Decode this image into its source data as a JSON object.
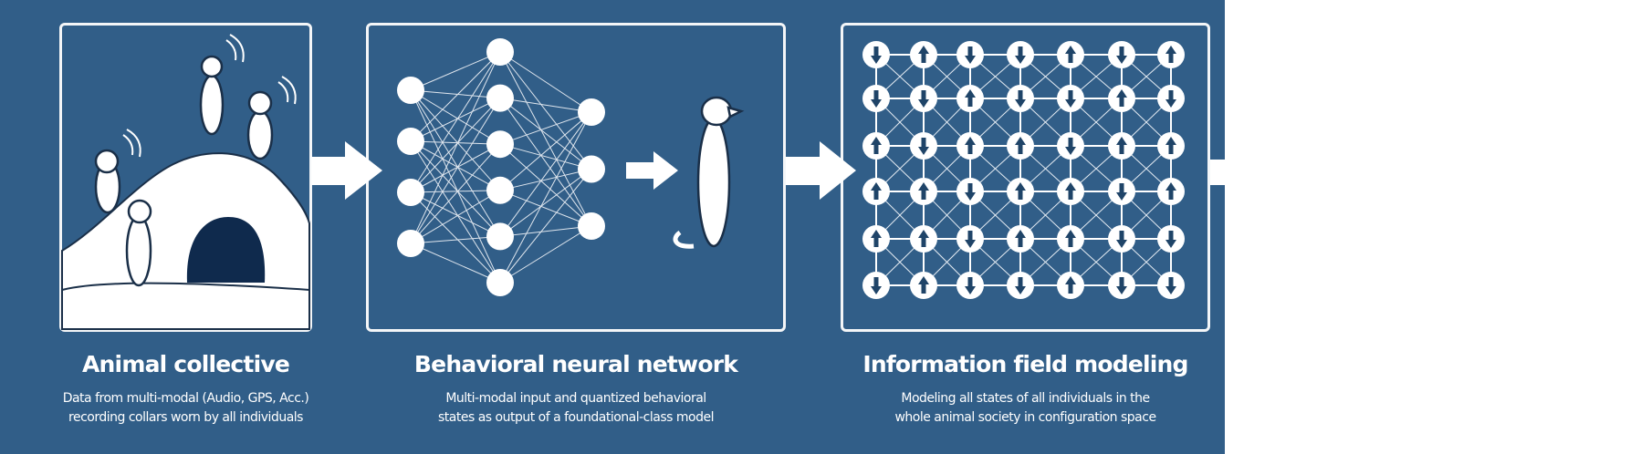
{
  "colors": {
    "panel": "#315e88",
    "foreground": "#ffffff",
    "cave": "#0f2a4d"
  },
  "stages": [
    {
      "title": "Animal collective",
      "subtitle_lines": [
        "Data from multi-modal (Audio, GPS, Acc.)",
        "recording collars worn by all individuals"
      ],
      "icon": "meerkat-colony-illustration"
    },
    {
      "title": "Behavioral neural network",
      "subtitle_lines": [
        "Multi-modal input and quantized behavioral",
        "states as output of a foundational-class model"
      ],
      "icon": "neural-network-icon"
    },
    {
      "title": "Information field modeling",
      "subtitle_lines": [
        "Modeling all states of all individuals in the",
        "whole animal society in configuration space"
      ],
      "icon": "spin-lattice-icon"
    }
  ],
  "network": {
    "layers": [
      4,
      6,
      3
    ]
  },
  "spin_grid": [
    [
      "D",
      "U",
      "D",
      "D",
      "U",
      "D",
      "U"
    ],
    [
      "D",
      "D",
      "U",
      "D",
      "D",
      "U",
      "D"
    ],
    [
      "U",
      "D",
      "U",
      "U",
      "D",
      "U",
      "U"
    ],
    [
      "U",
      "U",
      "D",
      "U",
      "U",
      "D",
      "U"
    ],
    [
      "U",
      "U",
      "D",
      "U",
      "U",
      "D",
      "D"
    ],
    [
      "D",
      "U",
      "D",
      "D",
      "U",
      "D",
      "D"
    ]
  ]
}
